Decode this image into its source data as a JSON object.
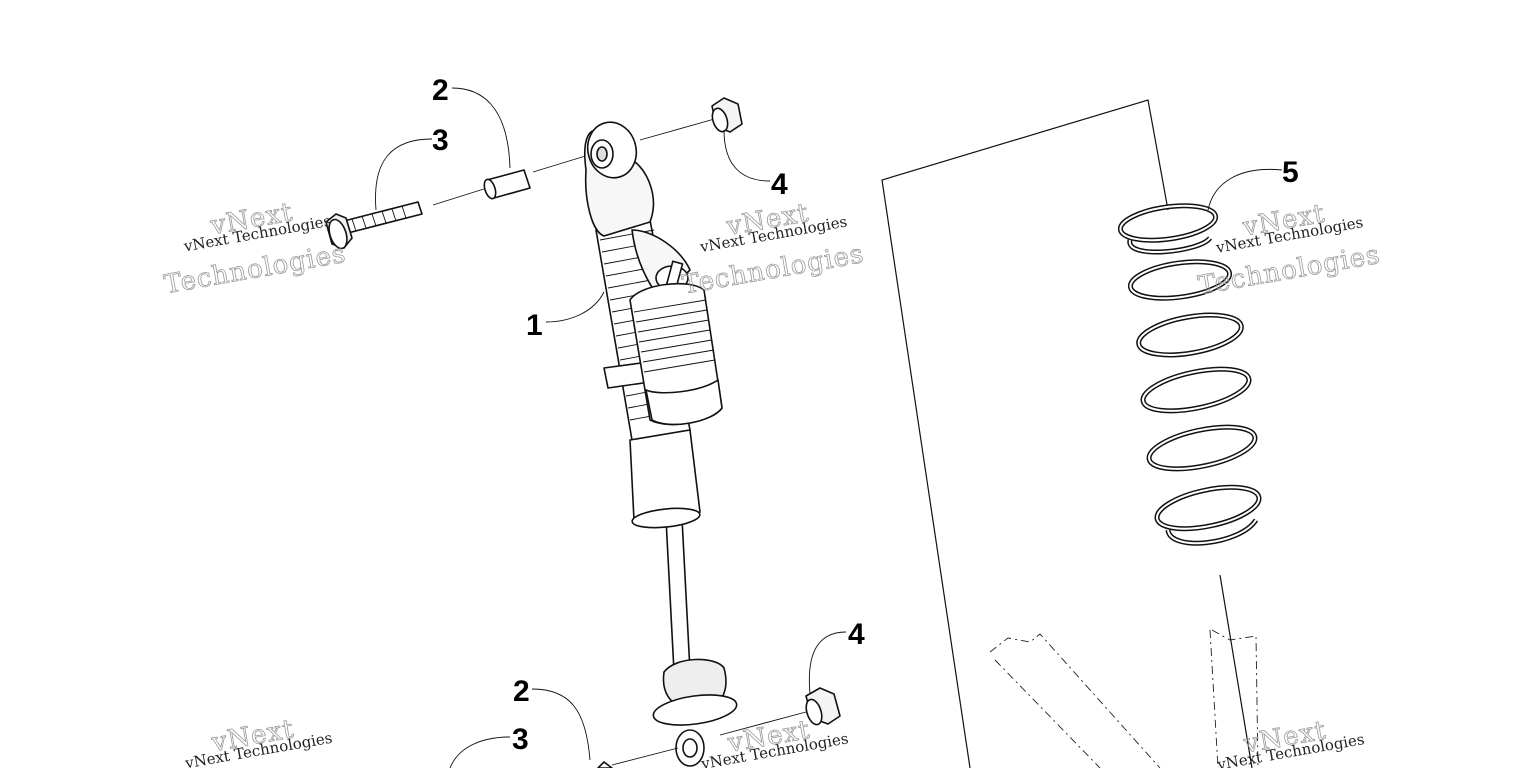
{
  "callouts": {
    "c1": "1",
    "c2_top": "2",
    "c3_top": "3",
    "c4_top": "4",
    "c5": "5",
    "c4_bottom": "4",
    "c2_bottom": "2",
    "c3_bottom": "3"
  },
  "watermark": {
    "brand": "vNext",
    "small_text": "vNext Technologies",
    "large_text": "Technologies"
  }
}
